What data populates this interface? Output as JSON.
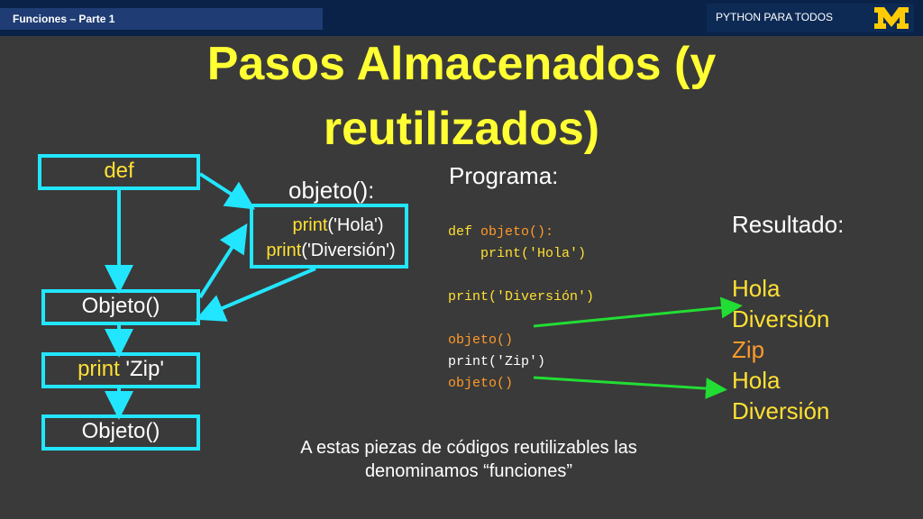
{
  "header": {
    "left_title": "Funciones – Parte 1",
    "right_brand": "PYTHON PARA TODOS",
    "logo_letter": "M"
  },
  "title": {
    "line1": "Pasos Almacenados (y",
    "line2": "reutilizados)"
  },
  "flow": {
    "def": "def",
    "objeto1": "Objeto()",
    "print_kw": "print",
    "print_arg": " 'Zip'",
    "objeto2": "Objeto()",
    "func_label": "objeto():",
    "func_line1_kw": "print",
    "func_line1_arg": "('Hola')",
    "func_line2_kw": "print",
    "func_line2_arg": "('Diversión')"
  },
  "program": {
    "label": "Programa:",
    "l1_kw": "def ",
    "l1_name": "objeto():",
    "l2_kw": "    print",
    "l2_arg": "('Hola')",
    "l3_kw": "print",
    "l3_arg": "('Diversión')",
    "l4": "objeto()",
    "l5_kw": "print",
    "l5_arg": "('Zip')",
    "l6": "objeto()"
  },
  "result": {
    "label": "Resultado:",
    "lines": [
      "Hola",
      "Diversión",
      "Zip",
      "Hola",
      "Diversión"
    ]
  },
  "note": {
    "line1": "A estas piezas de códigos reutilizables las",
    "line2": "denominamos “funciones”"
  },
  "colors": {
    "accent": "#ffff33",
    "box": "#22e6ff",
    "arrow_green": "#22dd33",
    "orange": "#ff9a2a"
  }
}
